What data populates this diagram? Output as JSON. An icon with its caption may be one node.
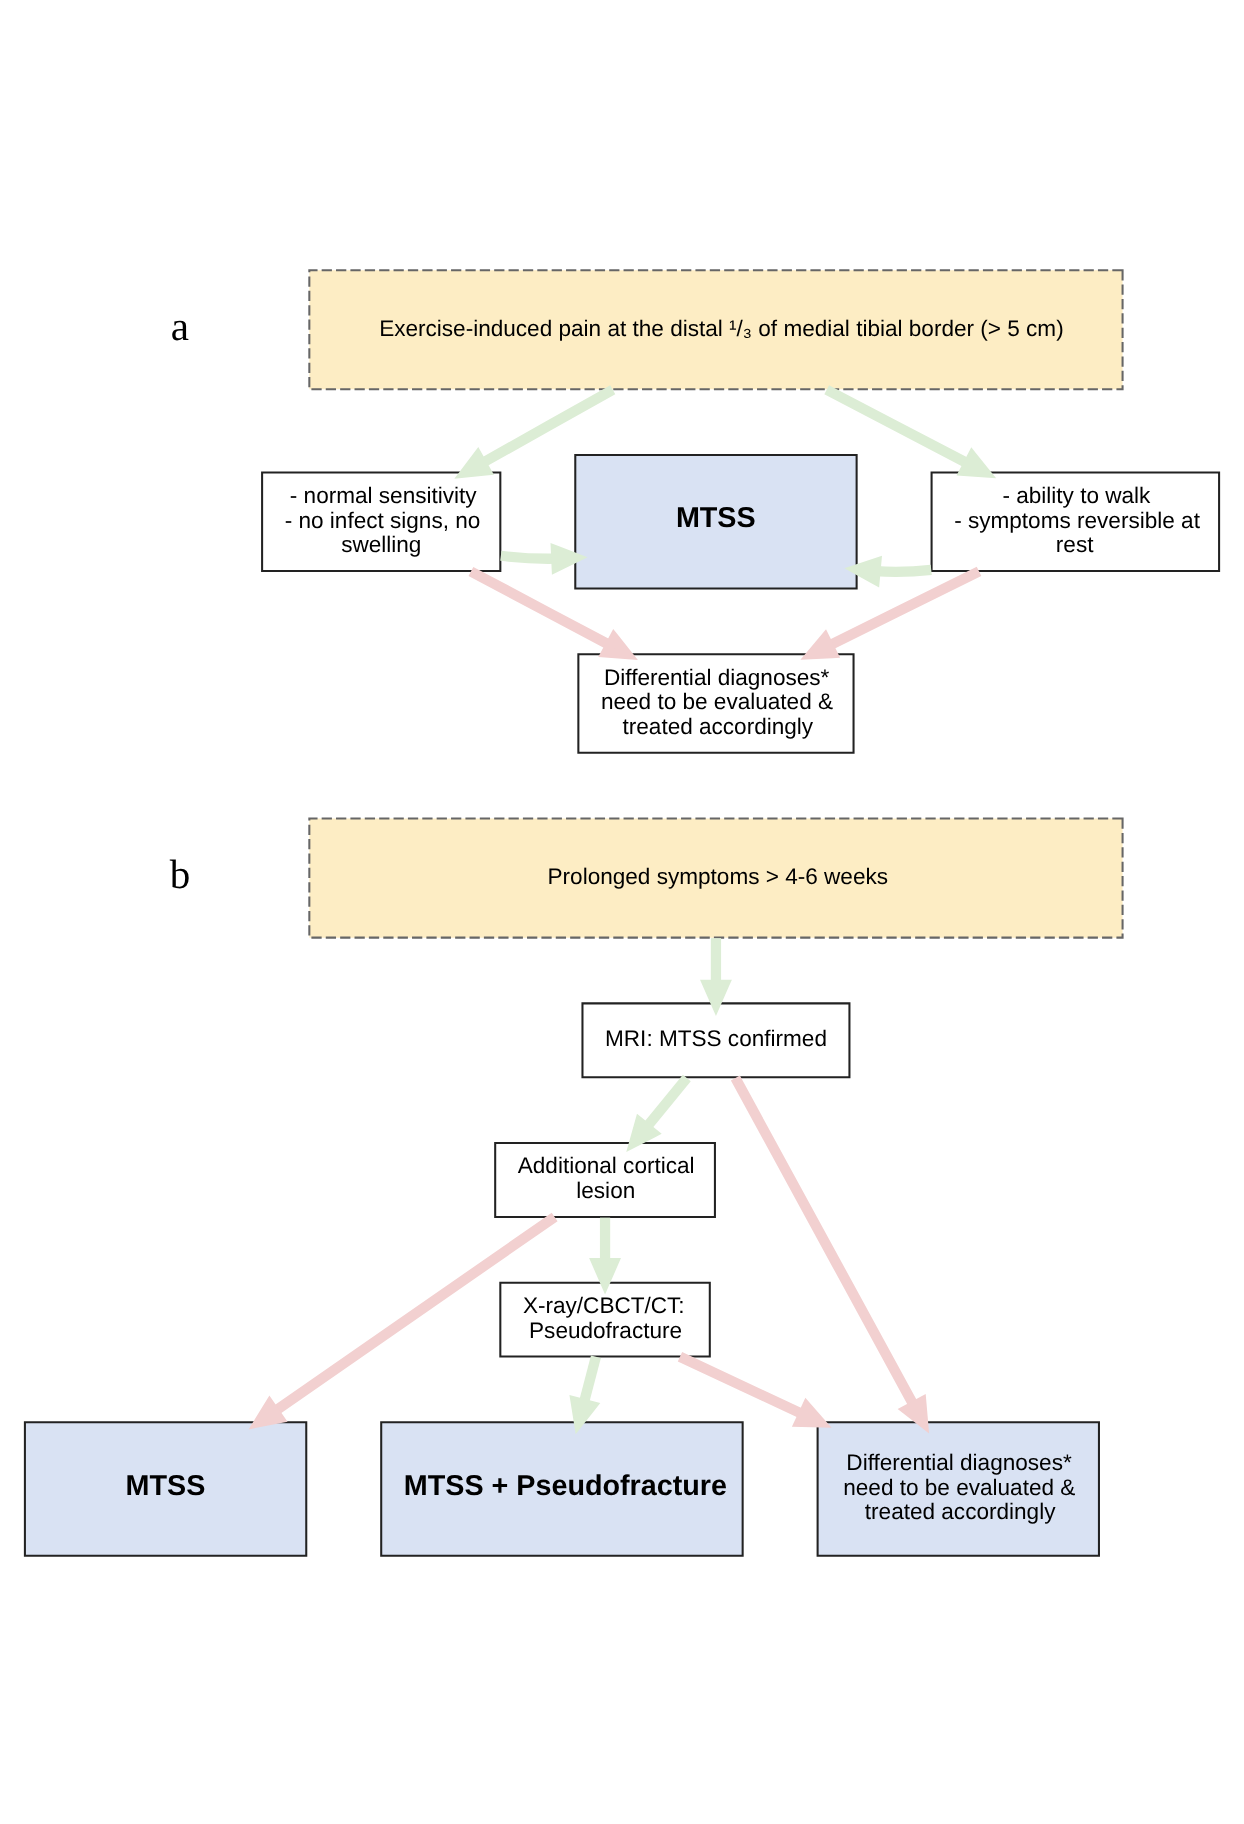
{
  "diagram": {
    "nodes": [
      {
        "text": [
          "Exercise-induced pain at the distal ¹/₃ of medial tibial border (> 5 cm)"
        ]
      },
      {
        "text": [
          "- normal sensitivity",
          "- no infect signs, no swelling"
        ]
      },
      {
        "text": [
          "MTSS"
        ]
      },
      {
        "text": [
          "- ability to walk",
          "- symptoms reversible at rest"
        ]
      },
      {
        "text": [
          "Differential diagnoses* need to be evaluated & treated accordingly"
        ]
      },
      {
        "text": [
          "Prolonged symptoms > 4-6 weeks"
        ]
      },
      {
        "text": [
          "MRI: MTSS confirmed"
        ]
      },
      {
        "text": [
          "Additional cortical lesion"
        ]
      },
      {
        "text": [
          "X-ray/CBCT/CT: Pseudofracture"
        ]
      },
      {
        "text": [
          "MTSS"
        ]
      },
      {
        "text": [
          "MTSS + Pseudofracture"
        ]
      },
      {
        "text": [
          "Differential diagnoses* need to be evaluated & treated accordingly"
        ]
      }
    ],
    "edges": [
      {
        "from": 0,
        "to": 1,
        "arrow": "to"
      },
      {
        "from": 0,
        "to": 3,
        "arrow": "to"
      },
      {
        "from": 1,
        "to": 2,
        "arrow": "to"
      },
      {
        "from": 3,
        "to": 2,
        "arrow": "to"
      },
      {
        "from": 1,
        "to": 4,
        "arrow": "to",
        "color": "#f2d0d0"
      },
      {
        "from": 3,
        "to": 4,
        "arrow": "to",
        "color": "#f2d0d0"
      },
      {
        "from": 5,
        "to": 6,
        "arrow": "to"
      },
      {
        "from": 6,
        "to": 11,
        "arrow": "to",
        "color": "#f2d0d0"
      },
      {
        "from": 6,
        "to": 7,
        "arrow": "to"
      },
      {
        "from": 7,
        "to": 9,
        "arrow": "to",
        "color": "#f2d0d0"
      },
      {
        "from": 7,
        "to": 8,
        "arrow": "to"
      },
      {
        "from": 8,
        "to": 10,
        "arrow": "to"
      },
      {
        "from": 8,
        "to": 11,
        "arrow": "to",
        "color": "#f2d0d0"
      }
    ],
    "labels": [
      "a",
      "b"
    ]
  }
}
